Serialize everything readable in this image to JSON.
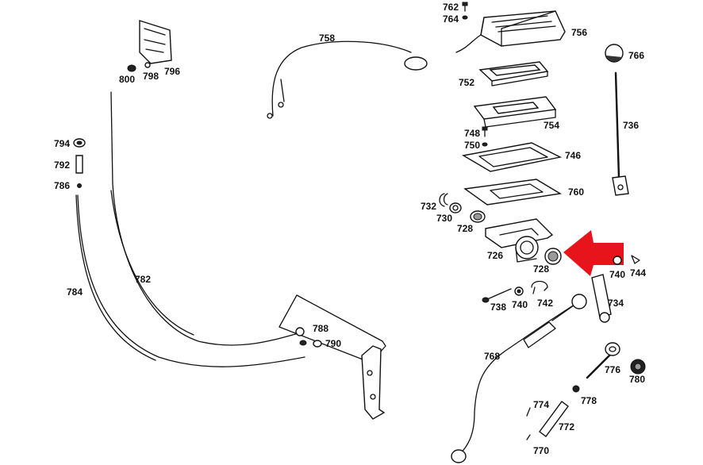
{
  "parts": {
    "p726": "726",
    "p728a": "728",
    "p728b": "728",
    "p730": "730",
    "p732": "732",
    "p734": "734",
    "p736": "736",
    "p738": "738",
    "p740a": "740",
    "p740b": "740",
    "p742": "742",
    "p744": "744",
    "p746": "746",
    "p748": "748",
    "p750": "750",
    "p752": "752",
    "p754": "754",
    "p756": "756",
    "p758": "758",
    "p760": "760",
    "p762": "762",
    "p764": "764",
    "p766": "766",
    "p768": "768",
    "p770": "770",
    "p772": "772",
    "p774": "774",
    "p776": "776",
    "p778": "778",
    "p780": "780",
    "p782": "782",
    "p784": "784",
    "p786": "786",
    "p788": "788",
    "p790": "790",
    "p792": "792",
    "p794": "794",
    "p796": "796",
    "p798": "798",
    "p800": "800"
  },
  "colors": {
    "arrow": "#e8141c",
    "ink": "#111111"
  },
  "icons": {
    "callout": "red-arrow-icon"
  }
}
